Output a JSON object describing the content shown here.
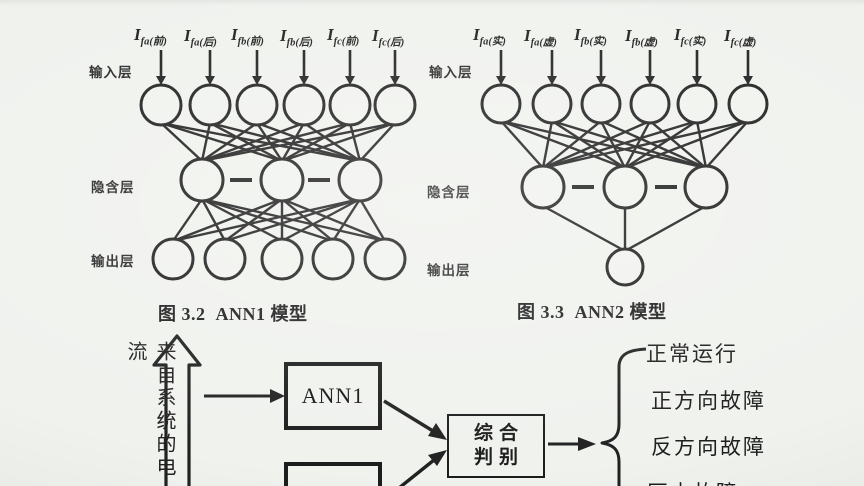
{
  "figure1": {
    "caption": "图 3.2  ANN1 模型",
    "input_layer_label": "输入层",
    "hidden_layer_label": "隐含层",
    "output_layer_label": "输出层",
    "structure": {
      "input_nodes": 6,
      "hidden_nodes": 3,
      "output_nodes": 5
    },
    "inputs": [
      {
        "base": "I",
        "sub": "fa(前)"
      },
      {
        "base": "I",
        "sub": "fa(后)"
      },
      {
        "base": "I",
        "sub": "fb(前)"
      },
      {
        "base": "I",
        "sub": "fb(后)"
      },
      {
        "base": "I",
        "sub": "fc(前)"
      },
      {
        "base": "I",
        "sub": "fc(后)"
      }
    ]
  },
  "figure2": {
    "caption": "图 3.3  ANN2 模型",
    "input_layer_label": "输入层",
    "hidden_layer_label": "隐含层",
    "output_layer_label": "输出层",
    "structure": {
      "input_nodes": 6,
      "hidden_nodes": 3,
      "output_nodes": 1
    },
    "inputs": [
      {
        "base": "I",
        "sub": "fa(实)"
      },
      {
        "base": "I",
        "sub": "fa(虚)"
      },
      {
        "base": "I",
        "sub": "fb(实)"
      },
      {
        "base": "I",
        "sub": "fb(虚)"
      },
      {
        "base": "I",
        "sub": "fc(实)"
      },
      {
        "base": "I",
        "sub": "fc(虚)"
      }
    ]
  },
  "flow": {
    "source_label": "来自系统的电流",
    "ann1_box_label": "ANN1",
    "judge_box_line1": "综合",
    "judge_box_line2": "判别",
    "outcomes": [
      "正常运行",
      "正方向故障",
      "反方向故障",
      "区内故障"
    ]
  },
  "colors": {
    "ink": "#212121",
    "paper": "#f0f2ee"
  }
}
